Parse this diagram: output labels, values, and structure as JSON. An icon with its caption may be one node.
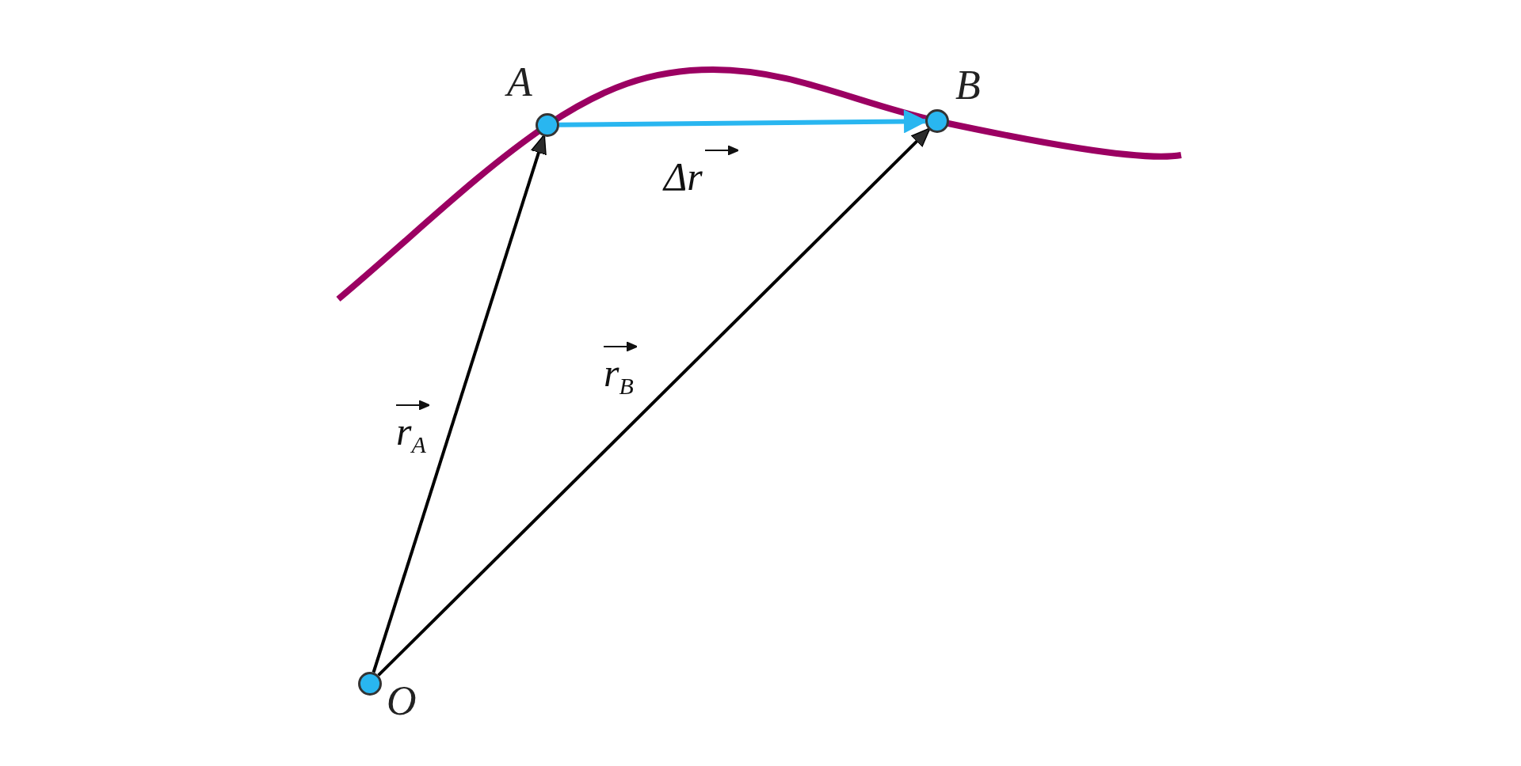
{
  "diagram": {
    "nodes": [
      {
        "text": [],
        "shape": "circle",
        "beside": [
          "A"
        ]
      },
      {
        "text": [],
        "shape": "circle",
        "beside": [
          "B"
        ]
      },
      {
        "text": [],
        "shape": "circle",
        "beside": [
          "O"
        ]
      }
    ],
    "edges": [
      {
        "from": 2,
        "to": 0,
        "arrow": "to",
        "label": "r$_{A}$"
      },
      {
        "from": 2,
        "to": 1,
        "arrow": "to",
        "label": "r$_{B}$"
      },
      {
        "from": 0,
        "to": 1,
        "arrow": "to",
        "label": "Δr",
        "color": "#29b6f0"
      }
    ]
  }
}
